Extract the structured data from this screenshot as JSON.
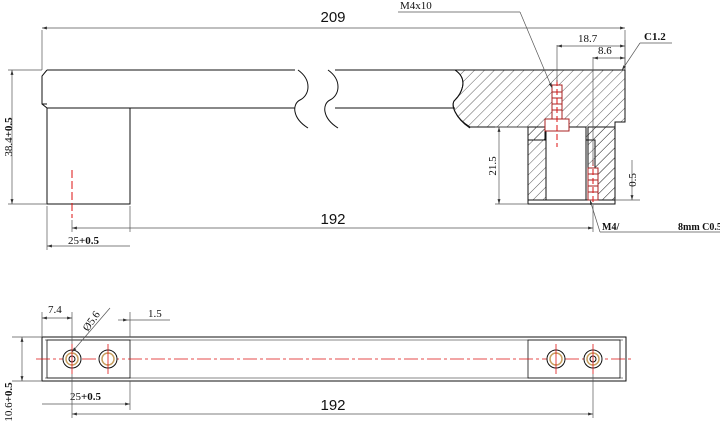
{
  "side_view": {
    "overall_length": "209",
    "hole_spacing": "192",
    "height_dim": "38.4",
    "height_tol": "+0.5",
    "leg_width_dim": "25",
    "leg_width_tol": "+0.5",
    "leg_height_dim": "21.5",
    "screw_callout": "M4x10",
    "offset_outer": "18.7",
    "offset_inner": "8.6",
    "chamfer_callout": "C1.2",
    "thread_depth_dim": "0.5",
    "thread_callout_a": "M4/",
    "thread_callout_b": "8mm C0.5"
  },
  "bottom_view": {
    "edge_offset": "7.4",
    "counterbore_dim": "Ø5.6",
    "counterbore_depth": "1.5",
    "hole_spacing": "192",
    "width_dim": "10.6",
    "width_tol": "+0.5",
    "leg_width_dim": "25",
    "leg_width_tol": "+0.5"
  },
  "colors": {
    "line": "#111111",
    "hatch": "#333333",
    "centerline": "#dd1111",
    "hidden": "#cc2222",
    "dim": "#555555",
    "screw": "#c8a060"
  }
}
